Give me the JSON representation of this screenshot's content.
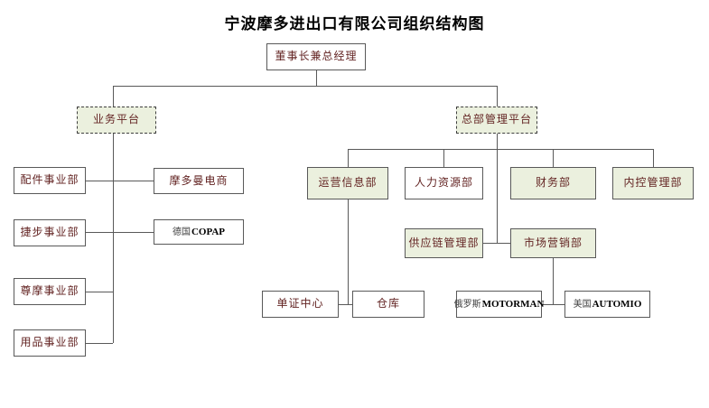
{
  "title": "宁波摩多进出口有限公司组织结构图",
  "nodes": {
    "root": {
      "label": "董事长兼总经理"
    },
    "business_platform": {
      "label": "业务平台"
    },
    "hq_platform": {
      "label": "总部管理平台"
    },
    "parts_division": {
      "label": "配件事业部"
    },
    "jiebu_division": {
      "label": "捷步事业部"
    },
    "zunmo_division": {
      "label": "尊摩事业部"
    },
    "supplies_division": {
      "label": "用品事业部"
    },
    "motor_ecommerce": {
      "label": "摩多曼电商"
    },
    "germany_copap": {
      "prefix": "德国",
      "name": "COPAP"
    },
    "operations_info": {
      "label": "运营信息部"
    },
    "hr_department": {
      "label": "人力资源部"
    },
    "finance_department": {
      "label": "财务部"
    },
    "internal_control": {
      "label": "内控管理部"
    },
    "supply_chain": {
      "label": "供应链管理部"
    },
    "marketing": {
      "label": "市场营销部"
    },
    "doc_center": {
      "label": "单证中心"
    },
    "warehouse": {
      "label": "仓库"
    },
    "russia_motorman": {
      "prefix": "俄罗斯",
      "name": "MOTORMAN"
    },
    "usa_automio": {
      "prefix": "美国",
      "name": "AUTOMIO"
    }
  },
  "colors": {
    "accent_green": "#ebf0de",
    "line": "#595959",
    "label_text": "#632423"
  }
}
